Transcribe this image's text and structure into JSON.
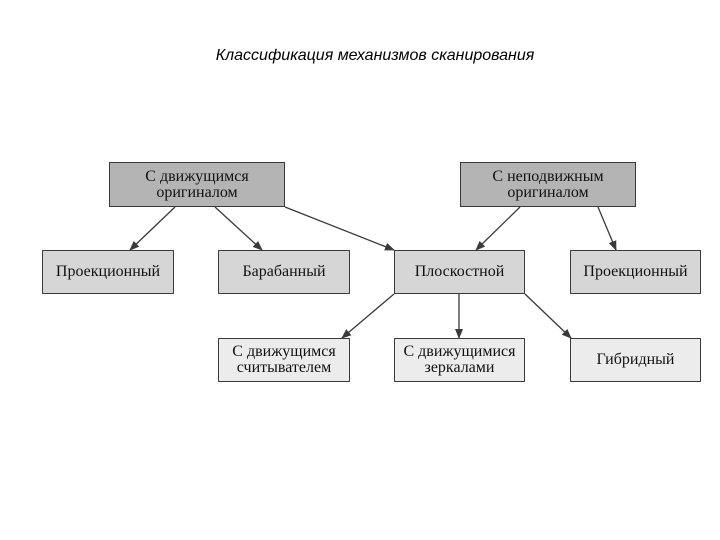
{
  "title": "Классификация механизмов сканирования",
  "nodes": {
    "moving_original": "С движущимся\nоригиналом",
    "fixed_original": "С неподвижным\nоригиналом",
    "projection_left": "Проекционный",
    "drum": "Барабанный",
    "flatbed": "Плоскостной",
    "projection_right": "Проекционный",
    "moving_reader": "С движущимся\nсчитывателем",
    "moving_mirrors": "С движущимися\nзеркалами",
    "hybrid": "Гибридный"
  },
  "colors": {
    "top_fill": "#b4b4b4",
    "mid_fill": "#d6d6d6",
    "bottom_fill": "#ececec",
    "stroke": "#3a3a3a"
  }
}
